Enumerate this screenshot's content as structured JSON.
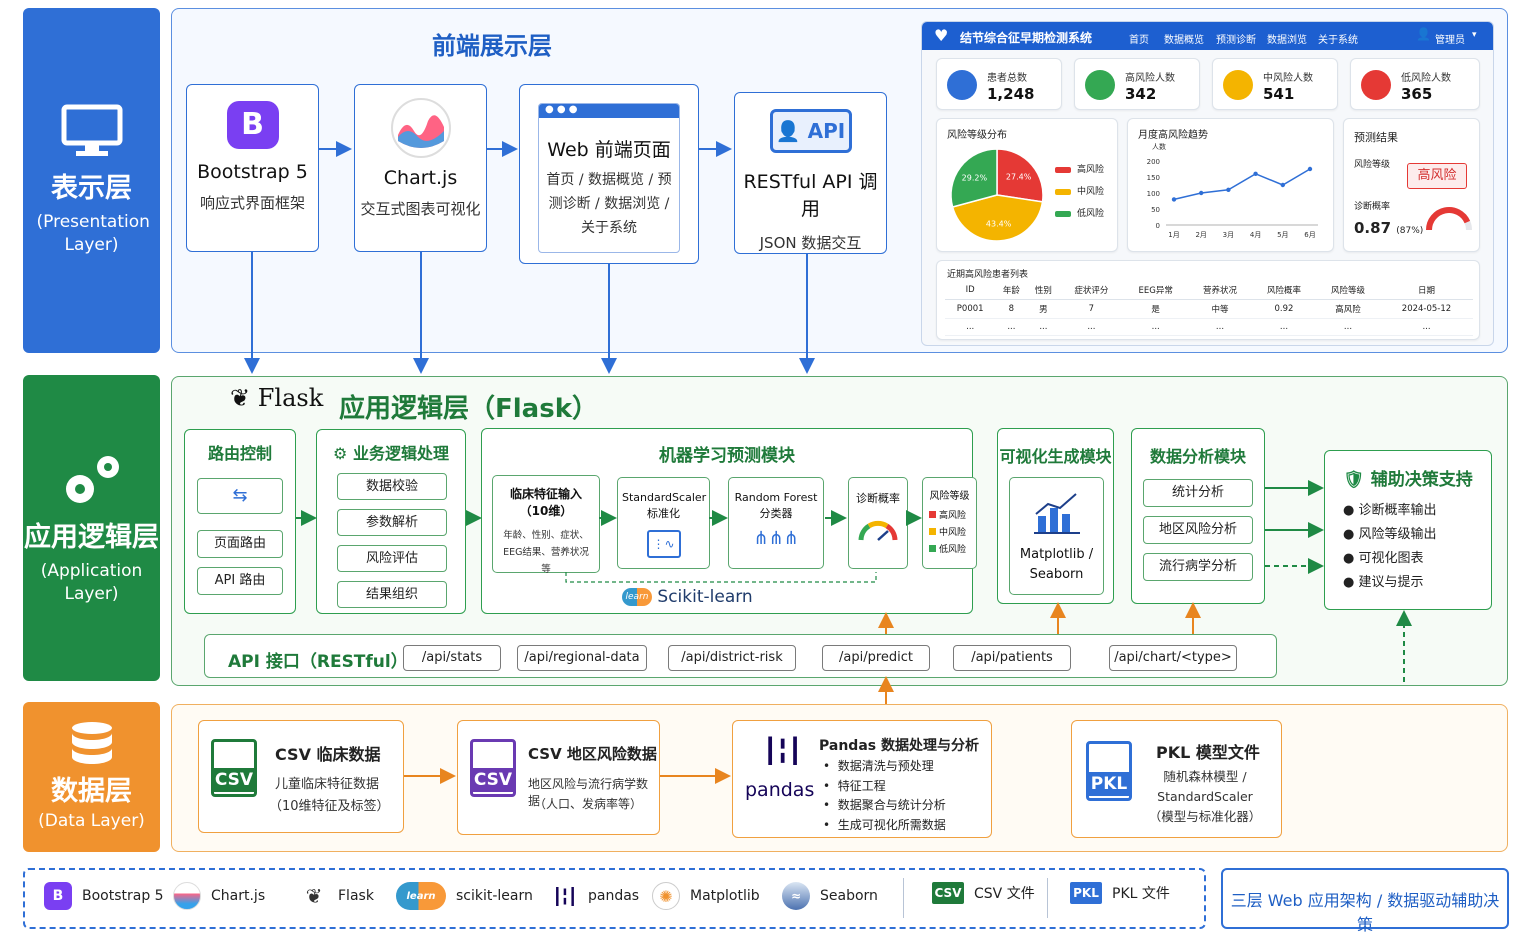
{
  "layers": {
    "presentation": {
      "title": "表示层",
      "subtitle": "(Presentation Layer)"
    },
    "application": {
      "title": "应用逻辑层",
      "subtitle": "(Application Layer)"
    },
    "data": {
      "title": "数据层",
      "subtitle": "(Data Layer)"
    }
  },
  "presentation": {
    "heading": "前端展示层",
    "boxes": [
      {
        "title": "Bootstrap 5",
        "sub": "响应式界面框架"
      },
      {
        "title": "Chart.js",
        "sub": "交互式图表可视化"
      },
      {
        "title": "Web 前端页面",
        "sub": "首页 / 数据概览 / 预测诊断 / 数据浏览 / 关于系统"
      },
      {
        "title": "RESTful API 调用",
        "sub": "JSON 数据交互"
      }
    ],
    "bootstrap_glyph": "B",
    "api_badge": "API"
  },
  "dashboard": {
    "app_title": "结节综合征早期检测系统",
    "nav": [
      "首页",
      "数据概览",
      "预测诊断",
      "数据浏览",
      "关于系统"
    ],
    "user": "管理员",
    "stats": [
      {
        "label": "患者总数",
        "value": "1,248",
        "color": "#2f6fd6"
      },
      {
        "label": "高风险人数",
        "value": "342",
        "color": "#34a853"
      },
      {
        "label": "中风险人数",
        "value": "541",
        "color": "#f4b400"
      },
      {
        "label": "低风险人数",
        "value": "365",
        "color": "#e53935"
      }
    ],
    "pie": {
      "title": "风险等级分布",
      "slices": [
        {
          "label": "高风险",
          "value": 27.4,
          "text": "27.4%",
          "color": "#e53935"
        },
        {
          "label": "中风险",
          "value": 43.4,
          "text": "43.4%",
          "color": "#f4b400"
        },
        {
          "label": "低风险",
          "value": 29.2,
          "text": "29.2%",
          "color": "#34a853"
        }
      ]
    },
    "line": {
      "title": "月度高风险趋势",
      "ylabel": "人数",
      "yticks": [
        "200",
        "150",
        "100",
        "50",
        "0"
      ],
      "months": [
        "1月",
        "2月",
        "3月",
        "4月",
        "5月",
        "6月"
      ],
      "values": [
        80,
        100,
        110,
        160,
        125,
        175
      ],
      "ymax": 200
    },
    "result": {
      "title": "预测结果",
      "level_label": "风险等级",
      "level_value": "高风险",
      "prob_label": "诊断概率",
      "prob_value": "0.87",
      "prob_pct": "(87%)",
      "prob_fraction": 0.87
    },
    "table": {
      "title": "近期高风险患者列表",
      "headers": [
        "ID",
        "年龄",
        "性别",
        "症状评分",
        "EEG异常",
        "营养状况",
        "风险概率",
        "风险等级",
        "日期"
      ],
      "rows": [
        [
          "P0001",
          "8",
          "男",
          "7",
          "是",
          "中等",
          "0.92",
          "高风险",
          "2024-05-12"
        ],
        [
          "...",
          "...",
          "...",
          "...",
          "...",
          "...",
          "...",
          "...",
          "..."
        ]
      ]
    }
  },
  "application": {
    "heading": "应用逻辑层（Flask）",
    "flask_logo": "Flask",
    "routing": {
      "title": "路由控制",
      "items": [
        "页面路由",
        "API 路由"
      ]
    },
    "business": {
      "title": "业务逻辑处理",
      "items": [
        "数据校验",
        "参数解析",
        "风险评估",
        "结果组织"
      ]
    },
    "ml": {
      "title": "机器学习预测模块",
      "input_title": "临床特征输入（10维）",
      "input_sub": "年龄、性别、症状、EEG结果、营养状况等",
      "scaler": "StandardScaler 标准化",
      "rf": "Random Forest 分类器",
      "prob": "诊断概率",
      "level": "风险等级",
      "levels": [
        "高风险",
        "中风险",
        "低风险"
      ],
      "sklearn": "Scikit-learn",
      "sklearn_mark": "learn"
    },
    "viz": {
      "title": "可视化生成模块",
      "sub": "Matplotlib / Seaborn"
    },
    "analysis": {
      "title": "数据分析模块",
      "items": [
        "统计分析",
        "地区风险分析",
        "流行病学分析"
      ]
    },
    "decision": {
      "title": "辅助决策支持",
      "items": [
        "诊断概率输出",
        "风险等级输出",
        "可视化图表",
        "建议与提示"
      ]
    },
    "api": {
      "title": "API 接口（RESTful）",
      "endpoints": [
        "/api/stats",
        "/api/regional-data",
        "/api/district-risk",
        "/api/predict",
        "/api/patients",
        "/api/chart/<type>"
      ]
    }
  },
  "data_layer": {
    "csv1": {
      "badge": "CSV",
      "title": "CSV 临床数据",
      "sub1": "儿童临床特征数据",
      "sub2": "（10维特征及标签）"
    },
    "csv2": {
      "badge": "CSV",
      "title": "CSV 地区风险数据",
      "sub1": "地区风险与流行病学数据",
      "sub2": "（人口、发病率等）"
    },
    "pandas": {
      "logo": "pandas",
      "title": "Pandas 数据处理与分析",
      "items": [
        "数据清洗与预处理",
        "特征工程",
        "数据聚合与统计分析",
        "生成可视化所需数据"
      ]
    },
    "pkl": {
      "badge": "PKL",
      "title": "PKL 模型文件",
      "sub1": "随机森林模型 /",
      "sub2": "StandardScaler",
      "sub3": "（模型与标准化器）"
    }
  },
  "tech": {
    "items": [
      {
        "name": "Bootstrap 5",
        "glyph": "B",
        "color": "#7a3ff2"
      },
      {
        "name": "Chart.js",
        "glyph": "",
        "color": "#ff6f91"
      },
      {
        "name": "Flask",
        "glyph": "",
        "color": "#333333"
      },
      {
        "name": "scikit-learn",
        "glyph": "learn",
        "color": "#f59b1b"
      },
      {
        "name": "pandas",
        "glyph": "",
        "color": "#150458"
      },
      {
        "name": "Matplotlib",
        "glyph": "",
        "color": "#11557c"
      },
      {
        "name": "Seaborn",
        "glyph": "",
        "color": "#4c72b0"
      },
      {
        "name": "CSV 文件",
        "glyph": "CSV",
        "color": "#1f7a3a"
      },
      {
        "name": "PKL 文件",
        "glyph": "PKL",
        "color": "#2f6fd6"
      }
    ],
    "caption": "三层 Web 应用架构 / 数据驱动辅助决策"
  }
}
